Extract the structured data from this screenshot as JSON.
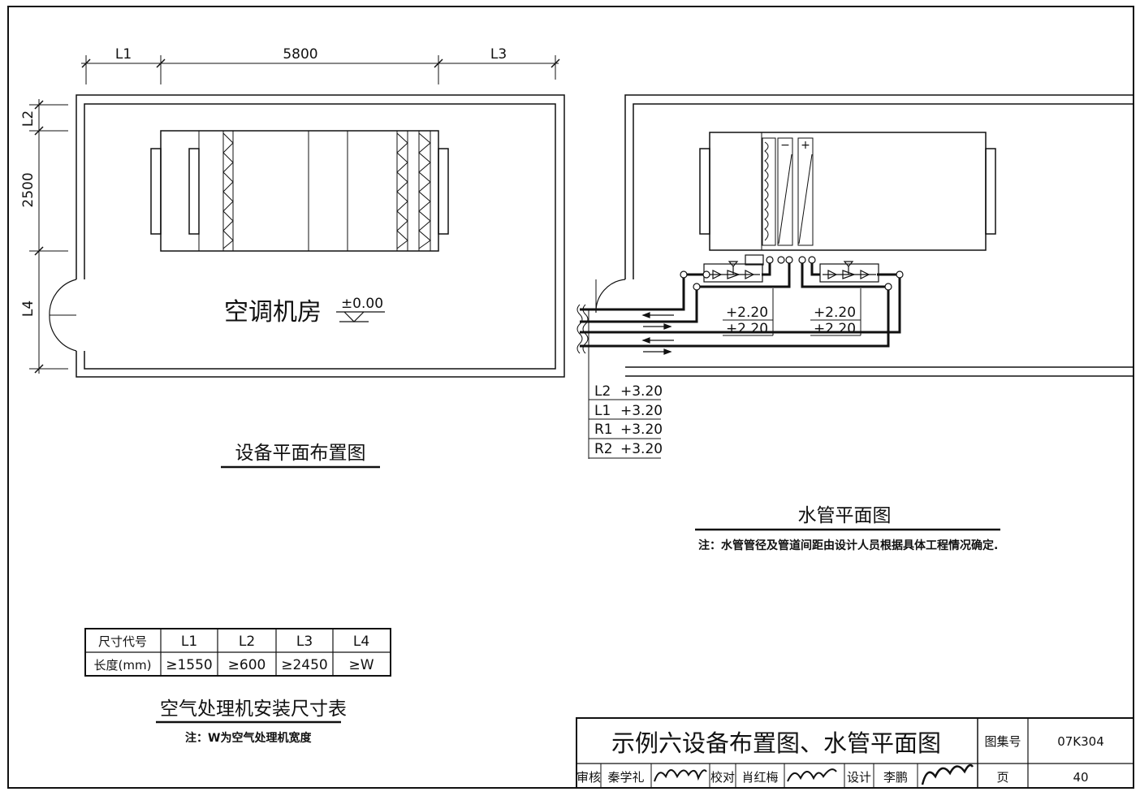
{
  "plan": {
    "dims_top": [
      "L1",
      "5800",
      "L3"
    ],
    "dims_left": [
      "L2",
      "2500",
      "L4"
    ],
    "room_label": "空调机房",
    "elevation": "±0.00",
    "title": "设备平面布置图"
  },
  "pipe_plan": {
    "elev_left": [
      "+2.20",
      "+2.20"
    ],
    "elev_right": [
      "+2.20",
      "+2.20"
    ],
    "coil_signs": [
      "−",
      "+"
    ],
    "pipe_list": [
      {
        "code": "L2",
        "elev": "+3.20"
      },
      {
        "code": "L1",
        "elev": "+3.20"
      },
      {
        "code": "R1",
        "elev": "+3.20"
      },
      {
        "code": "R2",
        "elev": "+3.20"
      }
    ],
    "title": "水管平面图",
    "note": "注：水管管径及管道间距由设计人员根据具体工程情况确定."
  },
  "size_table": {
    "headers": [
      "尺寸代号",
      "L1",
      "L2",
      "L3",
      "L4"
    ],
    "row_label": "长度(mm)",
    "values": [
      "≥1550",
      "≥600",
      "≥2450",
      "≥W"
    ],
    "title": "空气处理机安装尺寸表",
    "note": "注：W为空气处理机宽度"
  },
  "title_block": {
    "title": "示例六设备布置图、水管平面图",
    "atlas_label": "图集号",
    "atlas_no": "07K304",
    "page_label": "页",
    "page_no": "40",
    "review_label": "审核",
    "reviewer": "秦学礼",
    "check_label": "校对",
    "checker": "肖红梅",
    "design_label": "设计",
    "designer": "李鹏"
  }
}
